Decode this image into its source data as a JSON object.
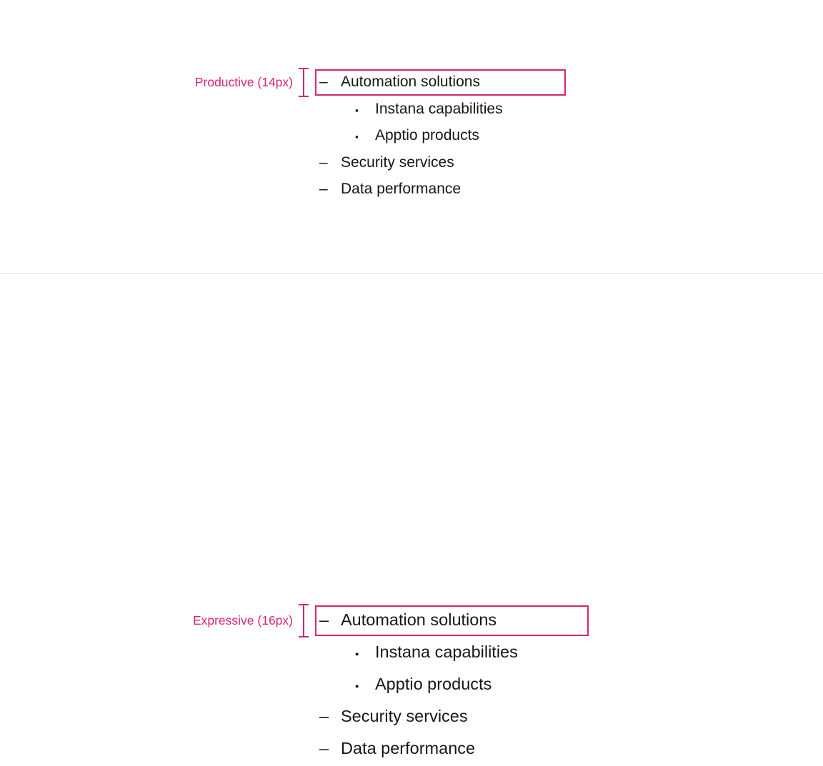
{
  "colors": {
    "accent": "#d62670",
    "text": "#161616",
    "divider": "#e0e0e0",
    "background": "#ffffff"
  },
  "sections": [
    {
      "id": "productive",
      "annotation": "Productive (14px)",
      "items": [
        {
          "level": 1,
          "marker": "–",
          "label": "Automation solutions",
          "highlighted": true
        },
        {
          "level": 2,
          "marker": "▪",
          "label": "Instana capabilities",
          "highlighted": false
        },
        {
          "level": 2,
          "marker": "▪",
          "label": "Apptio products",
          "highlighted": false
        },
        {
          "level": 1,
          "marker": "–",
          "label": "Security services",
          "highlighted": false
        },
        {
          "level": 1,
          "marker": "–",
          "label": "Data performance",
          "highlighted": false
        }
      ]
    },
    {
      "id": "expressive",
      "annotation": "Expressive (16px)",
      "items": [
        {
          "level": 1,
          "marker": "–",
          "label": "Automation solutions",
          "highlighted": true
        },
        {
          "level": 2,
          "marker": "▪",
          "label": "Instana capabilities",
          "highlighted": false
        },
        {
          "level": 2,
          "marker": "▪",
          "label": "Apptio products",
          "highlighted": false
        },
        {
          "level": 1,
          "marker": "–",
          "label": "Security services",
          "highlighted": false
        },
        {
          "level": 1,
          "marker": "–",
          "label": "Data performance",
          "highlighted": false
        }
      ]
    }
  ]
}
